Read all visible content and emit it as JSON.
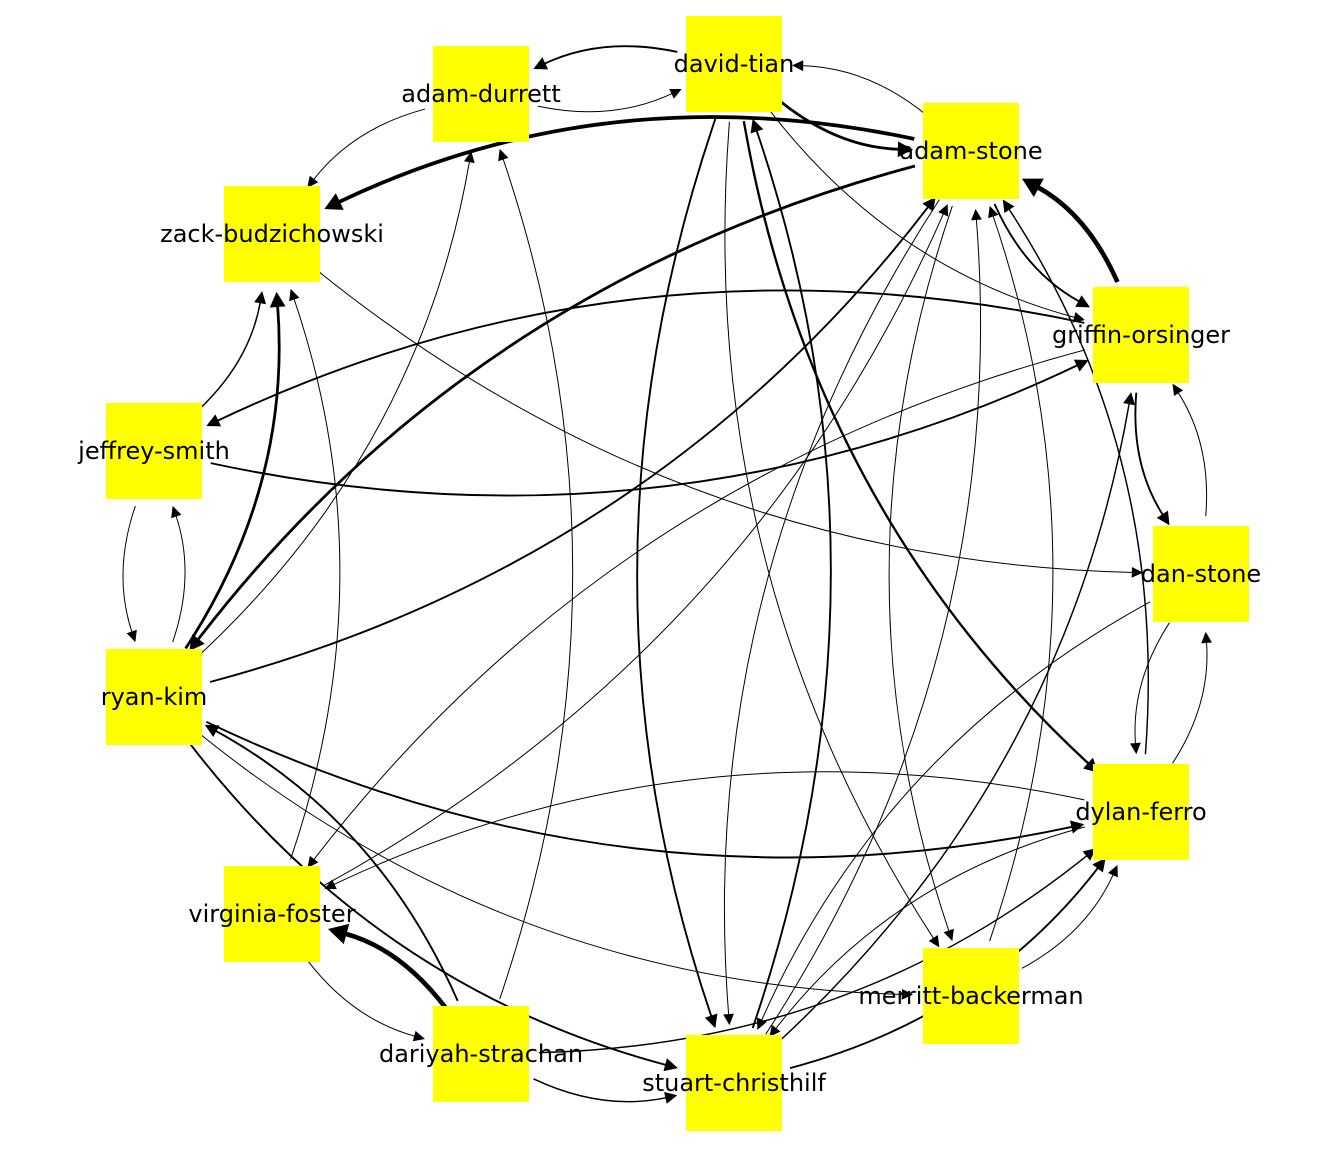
{
  "diagram": {
    "node_fill": "#ffff00",
    "edge_color": "#000000",
    "nodes": [
      {
        "id": "david-tian",
        "label": "david-tian"
      },
      {
        "id": "adam-durrett",
        "label": "adam-durrett"
      },
      {
        "id": "adam-stone",
        "label": "adam-stone"
      },
      {
        "id": "zack-budzichowski",
        "label": "zack-budzichowski"
      },
      {
        "id": "griffin-orsinger",
        "label": "griffin-orsinger"
      },
      {
        "id": "jeffrey-smith",
        "label": "jeffrey-smith"
      },
      {
        "id": "dan-stone",
        "label": "dan-stone"
      },
      {
        "id": "ryan-kim",
        "label": "ryan-kim"
      },
      {
        "id": "dylan-ferro",
        "label": "dylan-ferro"
      },
      {
        "id": "virginia-foster",
        "label": "virginia-foster"
      },
      {
        "id": "merritt-backerman",
        "label": "merritt-backerman"
      },
      {
        "id": "dariyah-strachan",
        "label": "dariyah-strachan"
      },
      {
        "id": "stuart-christhilf",
        "label": "stuart-christhilf"
      }
    ],
    "edges": [
      {
        "from": "david-tian",
        "to": "adam-durrett",
        "weight": 2
      },
      {
        "from": "adam-durrett",
        "to": "david-tian",
        "weight": 1
      },
      {
        "from": "adam-stone",
        "to": "david-tian",
        "weight": 1
      },
      {
        "from": "david-tian",
        "to": "adam-stone",
        "weight": 3
      },
      {
        "from": "adam-stone",
        "to": "zack-budzichowski",
        "weight": 4
      },
      {
        "from": "adam-durrett",
        "to": "zack-budzichowski",
        "weight": 1
      },
      {
        "from": "adam-stone",
        "to": "griffin-orsinger",
        "weight": 2
      },
      {
        "from": "griffin-orsinger",
        "to": "adam-stone",
        "weight": 5
      },
      {
        "from": "griffin-orsinger",
        "to": "dan-stone",
        "weight": 2
      },
      {
        "from": "dan-stone",
        "to": "griffin-orsinger",
        "weight": 1
      },
      {
        "from": "dan-stone",
        "to": "dylan-ferro",
        "weight": 1
      },
      {
        "from": "dylan-ferro",
        "to": "dan-stone",
        "weight": 1
      },
      {
        "from": "dylan-ferro",
        "to": "adam-stone",
        "weight": 1.5
      },
      {
        "from": "stuart-christhilf",
        "to": "griffin-orsinger",
        "weight": 1.5
      },
      {
        "from": "stuart-christhilf",
        "to": "dylan-ferro",
        "weight": 2
      },
      {
        "from": "merritt-backerman",
        "to": "dylan-ferro",
        "weight": 1
      },
      {
        "from": "dariyah-strachan",
        "to": "dylan-ferro",
        "weight": 1.5
      },
      {
        "from": "dariyah-strachan",
        "to": "stuart-christhilf",
        "weight": 1.5
      },
      {
        "from": "dariyah-strachan",
        "to": "virginia-foster",
        "weight": 5
      },
      {
        "from": "virginia-foster",
        "to": "dariyah-strachan",
        "weight": 1
      },
      {
        "from": "ryan-kim",
        "to": "stuart-christhilf",
        "weight": 2
      },
      {
        "from": "dariyah-strachan",
        "to": "ryan-kim",
        "weight": 2
      },
      {
        "from": "ryan-kim",
        "to": "dylan-ferro",
        "weight": 2
      },
      {
        "from": "ryan-kim",
        "to": "merritt-backerman",
        "weight": 1
      },
      {
        "from": "ryan-kim",
        "to": "jeffrey-smith",
        "weight": 1
      },
      {
        "from": "jeffrey-smith",
        "to": "ryan-kim",
        "weight": 1
      },
      {
        "from": "ryan-kim",
        "to": "zack-budzichowski",
        "weight": 3
      },
      {
        "from": "jeffrey-smith",
        "to": "zack-budzichowski",
        "weight": 1.5
      },
      {
        "from": "ryan-kim",
        "to": "adam-stone",
        "weight": 2
      },
      {
        "from": "adam-stone",
        "to": "ryan-kim",
        "weight": 3
      },
      {
        "from": "jeffrey-smith",
        "to": "griffin-orsinger",
        "weight": 2
      },
      {
        "from": "griffin-orsinger",
        "to": "jeffrey-smith",
        "weight": 2
      },
      {
        "from": "david-tian",
        "to": "dylan-ferro",
        "weight": 2.5
      },
      {
        "from": "david-tian",
        "to": "stuart-christhilf",
        "weight": 2
      },
      {
        "from": "stuart-christhilf",
        "to": "david-tian",
        "weight": 2
      },
      {
        "from": "david-tian",
        "to": "merritt-backerman",
        "weight": 1
      },
      {
        "from": "david-tian",
        "to": "griffin-orsinger",
        "weight": 1
      },
      {
        "from": "adam-stone",
        "to": "stuart-christhilf",
        "weight": 1
      },
      {
        "from": "stuart-christhilf",
        "to": "adam-stone",
        "weight": 1
      },
      {
        "from": "merritt-backerman",
        "to": "adam-stone",
        "weight": 1
      },
      {
        "from": "adam-stone",
        "to": "merritt-backerman",
        "weight": 1
      },
      {
        "from": "dariyah-strachan",
        "to": "adam-durrett",
        "weight": 1
      },
      {
        "from": "ryan-kim",
        "to": "adam-durrett",
        "weight": 1
      },
      {
        "from": "virginia-foster",
        "to": "zack-budzichowski",
        "weight": 1
      },
      {
        "from": "zack-budzichowski",
        "to": "dan-stone",
        "weight": 1
      },
      {
        "from": "dan-stone",
        "to": "stuart-christhilf",
        "weight": 1
      },
      {
        "from": "griffin-orsinger",
        "to": "virginia-foster",
        "weight": 1
      },
      {
        "from": "dylan-ferro",
        "to": "virginia-foster",
        "weight": 1
      },
      {
        "from": "virginia-foster",
        "to": "adam-stone",
        "weight": 1
      },
      {
        "from": "dylan-ferro",
        "to": "stuart-christhilf",
        "weight": 1
      }
    ]
  }
}
